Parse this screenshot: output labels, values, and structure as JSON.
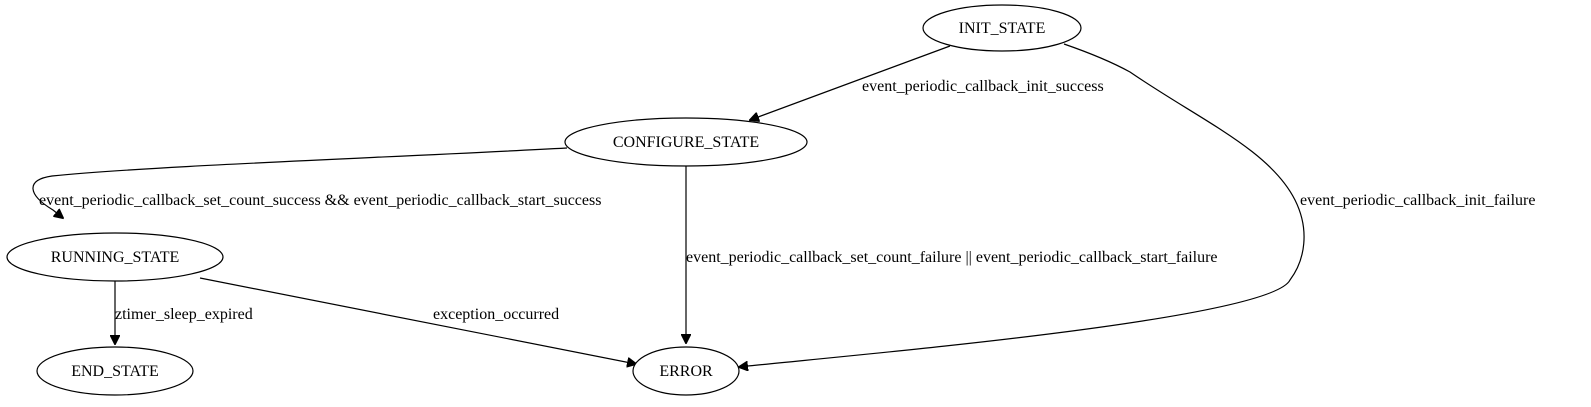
{
  "diagram": {
    "type": "state-machine",
    "nodes": [
      {
        "id": "init",
        "label": "INIT_STATE"
      },
      {
        "id": "configure",
        "label": "CONFIGURE_STATE"
      },
      {
        "id": "running",
        "label": "RUNNING_STATE"
      },
      {
        "id": "end",
        "label": "END_STATE"
      },
      {
        "id": "error",
        "label": "ERROR"
      }
    ],
    "edges": [
      {
        "id": "init-to-configure",
        "from": "init",
        "to": "configure",
        "label": "event_periodic_callback_init_success"
      },
      {
        "id": "init-to-error",
        "from": "init",
        "to": "error",
        "label": "event_periodic_callback_init_failure"
      },
      {
        "id": "configure-to-running",
        "from": "configure",
        "to": "running",
        "label": "event_periodic_callback_set_count_success && event_periodic_callback_start_success"
      },
      {
        "id": "configure-to-error",
        "from": "configure",
        "to": "error",
        "label": "event_periodic_callback_set_count_failure || event_periodic_callback_start_failure"
      },
      {
        "id": "running-to-end",
        "from": "running",
        "to": "end",
        "label": "ztimer_sleep_expired"
      },
      {
        "id": "running-to-error",
        "from": "running",
        "to": "error",
        "label": "exception_occurred"
      }
    ]
  }
}
